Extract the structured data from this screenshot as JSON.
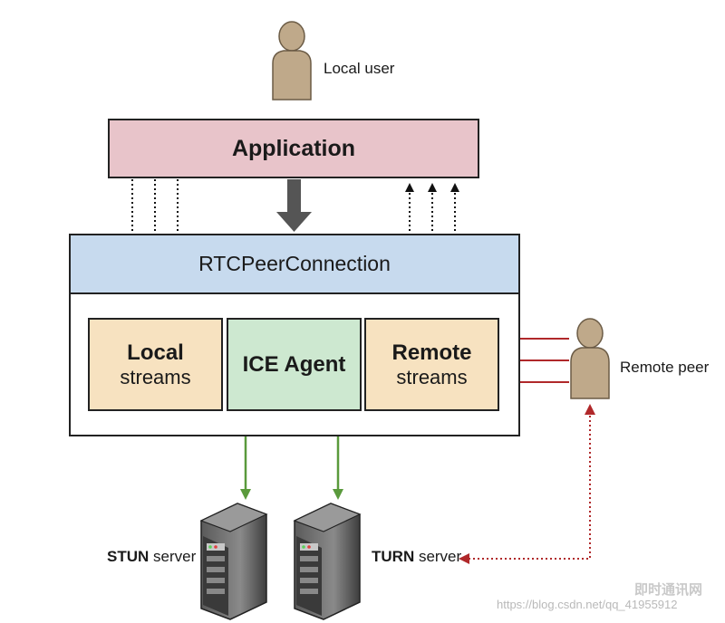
{
  "diagram": {
    "application": "Application",
    "rtc_peer_connection": "RTCPeerConnection",
    "local_streams": {
      "line1": "Local",
      "line2": "streams"
    },
    "ice_agent": "ICE Agent",
    "remote_streams": {
      "line1": "Remote",
      "line2": "streams"
    },
    "local_user": "Local user",
    "remote_peer": "Remote peer",
    "stun_server": {
      "bold": "STUN",
      "rest": " server"
    },
    "turn_server": {
      "bold": "TURN",
      "rest": " server"
    }
  },
  "watermark": {
    "url": "https://blog.csdn.net/qq_41955912",
    "logo": "即时通讯网"
  },
  "colors": {
    "application_fill": "#e8c4ca",
    "rtc_header_fill": "#c7daee",
    "streams_fill": "#f7e2c0",
    "ice_agent_fill": "#cde8d0",
    "ice_link": "#5a9a3c",
    "turn_link": "#b0282a",
    "person": "#bfa98a"
  }
}
